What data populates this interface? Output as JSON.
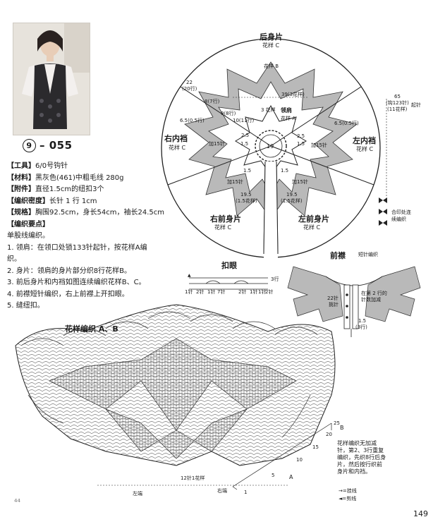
{
  "product": {
    "number": "9",
    "code": "– 055"
  },
  "info": {
    "tools_k": "【工具】",
    "tools_v": "6/0号钩针",
    "material_k": "【材料】",
    "material_v": "黑灰色(461)中粗毛线 280g",
    "parts_k": "【附件】",
    "parts_v": "直径1.5cm的纽扣3个",
    "gauge_k": "【编织密度】",
    "gauge_v": "长针 1 行 1cm",
    "size_k": "【规格】",
    "size_v": "胸围92.5cm，身长54cm，袖长24.5cm",
    "points_k": "【编织要点】",
    "p0": "单股线编织。",
    "p1a": "1. 领肩：在领口处锁133针起针，按花样A编",
    "p1b": "织。",
    "p2": "2. 身片：领肩的身片部分织8行花样B。",
    "p3": "3. 前后身片和内裆如图连续编织花样B、C。",
    "p4": "4. 前襟短针编织，右上前襟上开扣眼。",
    "p5": "5. 缝纽扣。"
  },
  "diagram": {
    "back": "后身片",
    "back_pat": "花样 C",
    "right_gusset": "右内裆",
    "right_gusset_pat": "花样 C",
    "left_gusset": "左内裆",
    "left_gusset_pat": "花样 C",
    "right_front": "右前身片",
    "right_front_pat": "花样 C",
    "left_front": "左前身片",
    "left_front_pat": "花样 C",
    "collar": "领肩",
    "collar_pat": "花样 A",
    "flower3": "3 花样",
    "pat_b": "花样 B",
    "center": "19",
    "m22": "22",
    "m20": "(20行)",
    "m87": "8(7行)",
    "m98": "9(8行)",
    "m1011": "10(11行)",
    "m39": "39(3花样)",
    "m65a": "6.5(0.5行)",
    "m65b": "6.5(0.5行)",
    "m25a": "2.5",
    "m25b": "2.5",
    "m15a": "1.5",
    "m15b": "1.5",
    "m15c": "1.5",
    "m15d": "1.5",
    "inc15a": "加15针",
    "inc15b": "加15针",
    "inc15c": "加15针",
    "inc15d": "加15针",
    "m195a": "19.5",
    "m195b": "19.5",
    "m195c": "(1.5花样)",
    "m195d": "(1.5花样)",
    "m65top": "65",
    "m65mid": "(钩123针)",
    "m65bot": "(11花样)",
    "start": "起针",
    "together": "合印处连",
    "continuous": "续编织"
  },
  "buttonhole": {
    "title": "扣眼",
    "r3": "3行",
    "r1a": "1针",
    "r1b": "2针",
    "r1c": "7针",
    "r1d": "2针",
    "r1e": "1针",
    "r1f": "1针",
    "r1g": "2针",
    "r1h": "1针"
  },
  "placket": {
    "title": "前襟",
    "sub": "短针编织",
    "n22": "22针",
    "pick": "挑针",
    "row2": "在第 2 行的",
    "row2b": "针数加减",
    "v15": "1.5",
    "v3r": "(3行)"
  },
  "pattern": {
    "title": "花样编织 A、B",
    "left_end": "左端",
    "right_end": "右端",
    "rep": "12针1花样",
    "la": "A",
    "lb": "B",
    "note": [
      "花样编织无加减",
      "针，第2、3行重复",
      "编织，先织8行后身",
      "片，然后按行织前",
      "身片和内裆。"
    ],
    "leg1": "→=挂线",
    "leg2": "◄=剪线",
    "nums": [
      "1",
      "5",
      "10",
      "15",
      "20",
      "25"
    ],
    "small_page": "44"
  },
  "page_number": "149"
}
